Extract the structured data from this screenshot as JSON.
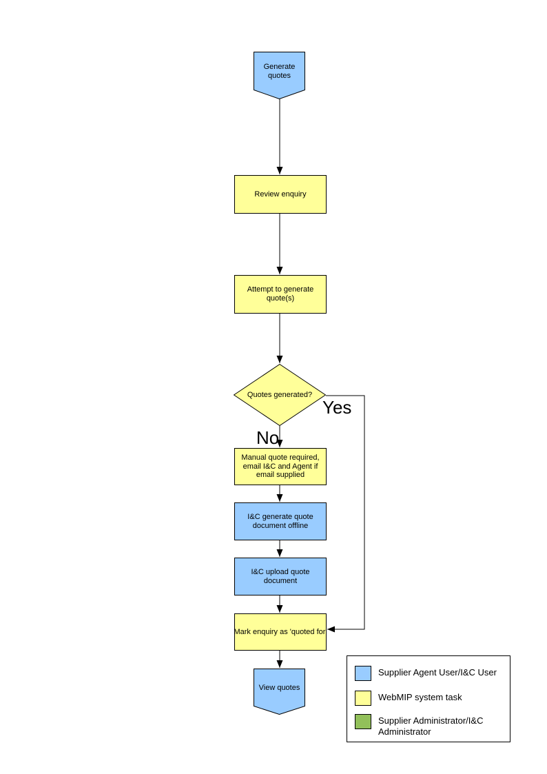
{
  "flowchart": {
    "nodes": [
      {
        "id": "start",
        "label": "Generate quotes",
        "shape": "pentagon",
        "color": "#99CCFF"
      },
      {
        "id": "review-enquiry",
        "label": "Review enquiry",
        "shape": "rect",
        "color": "#FFFF99"
      },
      {
        "id": "attempt-generate",
        "label": "Attempt to generate quote(s)",
        "shape": "rect",
        "color": "#FFFF99"
      },
      {
        "id": "quotes-generated",
        "label": "Quotes generated?",
        "shape": "diamond",
        "color": "#FFFF99"
      },
      {
        "id": "manual-quote",
        "label": "Manual quote required, email I&C and Agent if email supplied",
        "shape": "rect",
        "color": "#FFFF99"
      },
      {
        "id": "ic-generate-offline",
        "label": "I&C generate quote document offline",
        "shape": "rect",
        "color": "#99CCFF"
      },
      {
        "id": "ic-upload",
        "label": "I&C upload quote document",
        "shape": "rect",
        "color": "#99CCFF"
      },
      {
        "id": "mark-quoted",
        "label": "Mark enquiry as 'quoted for'",
        "shape": "rect",
        "color": "#FFFF99"
      },
      {
        "id": "end",
        "label": "View quotes",
        "shape": "pentagon",
        "color": "#99CCFF"
      }
    ],
    "branch_labels": {
      "yes": "Yes",
      "no": "No"
    },
    "line_color": "#000000"
  },
  "legend": {
    "items": [
      {
        "label": "Supplier Agent User/I&C User",
        "color": "#99CCFF"
      },
      {
        "label": "WebMIP system task",
        "color": "#FFFF99"
      },
      {
        "label": "Supplier Administrator/I&C Administrator",
        "color": "#92C05A"
      }
    ]
  }
}
